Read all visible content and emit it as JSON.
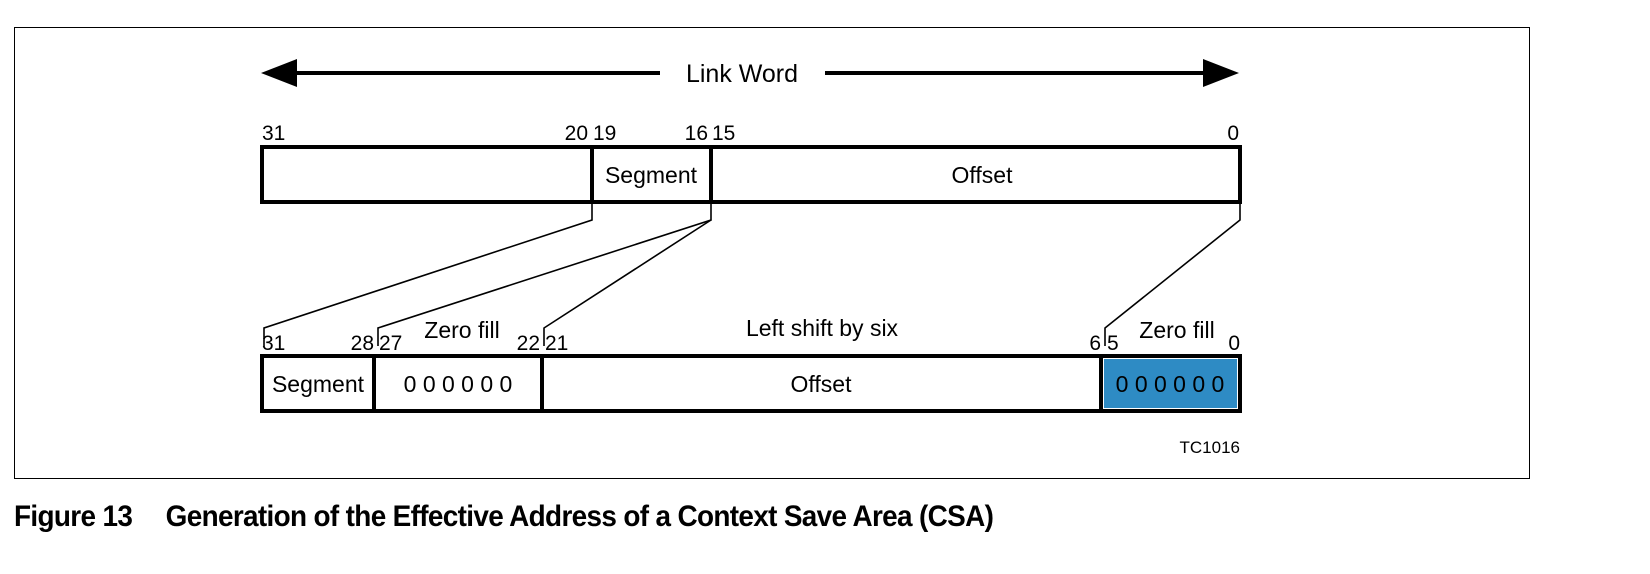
{
  "figure": {
    "caption_number": "Figure 13",
    "caption_text": "Generation of the Effective Address of a Context Save Area (CSA)",
    "tag": "TC1016"
  },
  "diagram": {
    "type": "bit-field-register-diagram",
    "arrow_label": "Link Word",
    "top_register": {
      "name": "Link Word",
      "bit_labels": [
        "31",
        "20",
        "19",
        "16",
        "15",
        "0"
      ],
      "fields": [
        {
          "label": "",
          "high_bit": "31",
          "low_bit": "20"
        },
        {
          "label": "Segment",
          "high_bit": "19",
          "low_bit": "16"
        },
        {
          "label": "Offset",
          "high_bit": "15",
          "low_bit": "0"
        }
      ]
    },
    "bottom_register": {
      "name": "Effective Address",
      "bit_labels": [
        "31",
        "28",
        "27",
        "22",
        "21",
        "6",
        "5",
        "0"
      ],
      "fields": [
        {
          "label": "Segment",
          "high_bit": "31",
          "low_bit": "28"
        },
        {
          "label": "0 0 0 0 0 0",
          "high_bit": "27",
          "low_bit": "22",
          "note": "Zero fill"
        },
        {
          "label": "Offset",
          "high_bit": "21",
          "low_bit": "6",
          "note": "Left shift by six"
        },
        {
          "label": "0 0 0 0 0 0",
          "high_bit": "5",
          "low_bit": "0",
          "note": "Zero fill",
          "highlighted": true
        }
      ]
    },
    "notes": [
      "Zero fill",
      "Left shift by six",
      "Zero fill"
    ],
    "colors": {
      "highlight_fill": "#2e8bc4",
      "line": "#000000",
      "background": "#ffffff"
    }
  }
}
